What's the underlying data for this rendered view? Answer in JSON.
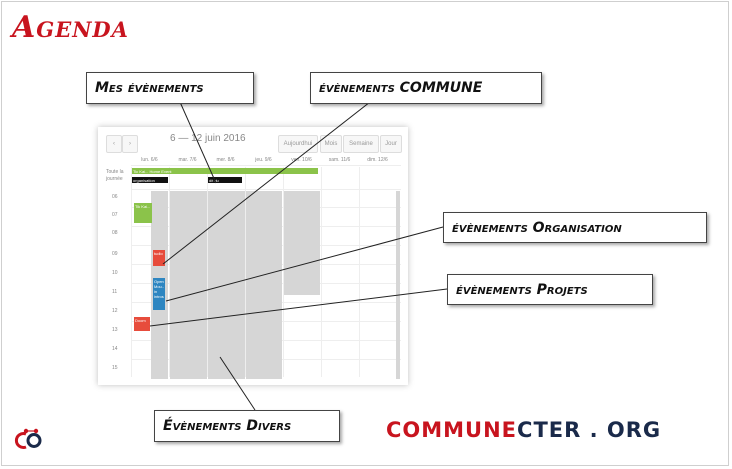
{
  "page": {
    "title": "Agenda"
  },
  "callouts": {
    "mes": "Mes évènements",
    "commune": "évènements COMMUNE",
    "organisation": "évènements Organisation",
    "projets": "évènements Projets",
    "divers": "Évènements Divers"
  },
  "calendar": {
    "prev": "‹",
    "next": "›",
    "range": "6 — 12 juin 2016",
    "views": {
      "today": "Aujourdhui",
      "month": "Mois",
      "week": "Semaine",
      "day": "Jour"
    },
    "allday_label": "Toute la journée",
    "days": [
      "lun. 6/6",
      "mar. 7/6",
      "mer. 8/6",
      "jeu. 9/6",
      "ven. 10/6",
      "sam. 11/6",
      "dim. 12/6"
    ],
    "hours": [
      "06",
      "07",
      "08",
      "09",
      "10",
      "11",
      "12",
      "13",
      "14",
      "15"
    ],
    "allday_events": {
      "green_bar": "Tic Kai... Home Event",
      "black1": "organisation",
      "black2": "dit du"
    },
    "events": {
      "green": "Tik Kai...",
      "red1": "tudlo",
      "blue": "Open Mou.. in intros",
      "red2": "Doom"
    }
  },
  "brand": {
    "part1": "COMMUNE",
    "part2": "CTER",
    "part3": " . ORG",
    "logo_mark": "CO"
  },
  "colors": {
    "title_red": "#c8141e",
    "brand_red": "#c8141e",
    "brand_dark": "#1a2a4a",
    "green": "#8bc34a",
    "red_event": "#e74c3c",
    "blue_event": "#2e86c1"
  }
}
